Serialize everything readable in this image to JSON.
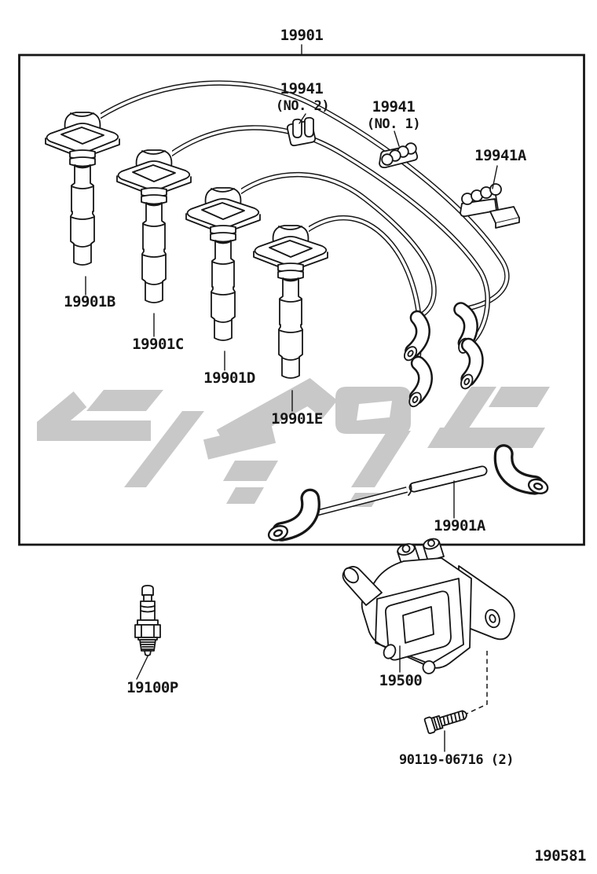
{
  "colors": {
    "line": "#161616",
    "watermark": "#c8c8c8",
    "background": "#ffffff"
  },
  "diagram": {
    "main_part": "19901",
    "parts": {
      "clip_no2": {
        "line1": "19941",
        "line2": "(NO. 2)"
      },
      "clip_no1": {
        "line1": "19941",
        "line2": "(NO. 1)"
      },
      "clamp": "19941A",
      "boot_b": "19901B",
      "boot_c": "19901C",
      "boot_d": "19901D",
      "boot_e": "19901E",
      "coil_wire": "19901A",
      "spark_plug": "19100P",
      "ignition_coil": "19500",
      "bolt": "90119-06716 (2)"
    },
    "figure_code": "190581"
  }
}
